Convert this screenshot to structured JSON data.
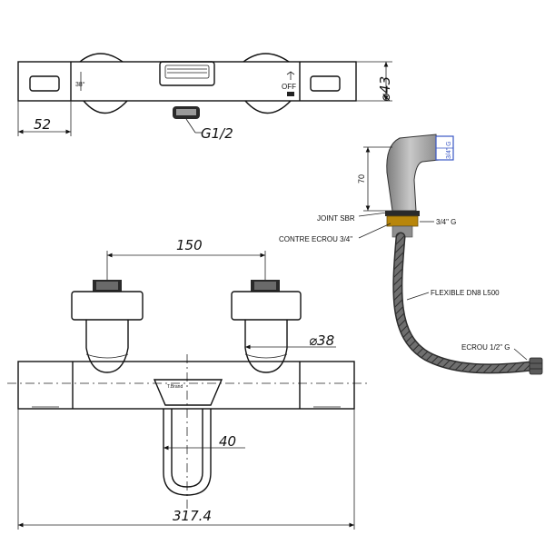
{
  "top_view": {
    "dim_width": "52",
    "dim_diameter": "⌀43",
    "thread_label": "G1/2",
    "temp_label": "38°",
    "off_label": "OFF"
  },
  "front_view": {
    "dim_spacing": "150",
    "dim_diameter": "⌀38",
    "dim_spout": "40",
    "dim_total": "317.4",
    "brand_mark": "T.Brand"
  },
  "accessory": {
    "dim_height": "70",
    "cap_label": "3/4\" G",
    "joint_label": "JOINT SBR",
    "nut_label": "CONTRE ECROU 3/4\"",
    "thread_label": "3/4\" G",
    "hose_label": "FLEXIBLE DN8 L500",
    "end_nut_label": "ECROU 1/2\" G"
  },
  "colors": {
    "line": "#111111",
    "fitting_grey": "#9a9a9a",
    "brass": "#b8860b",
    "cap_blue": "#3a57c4"
  }
}
